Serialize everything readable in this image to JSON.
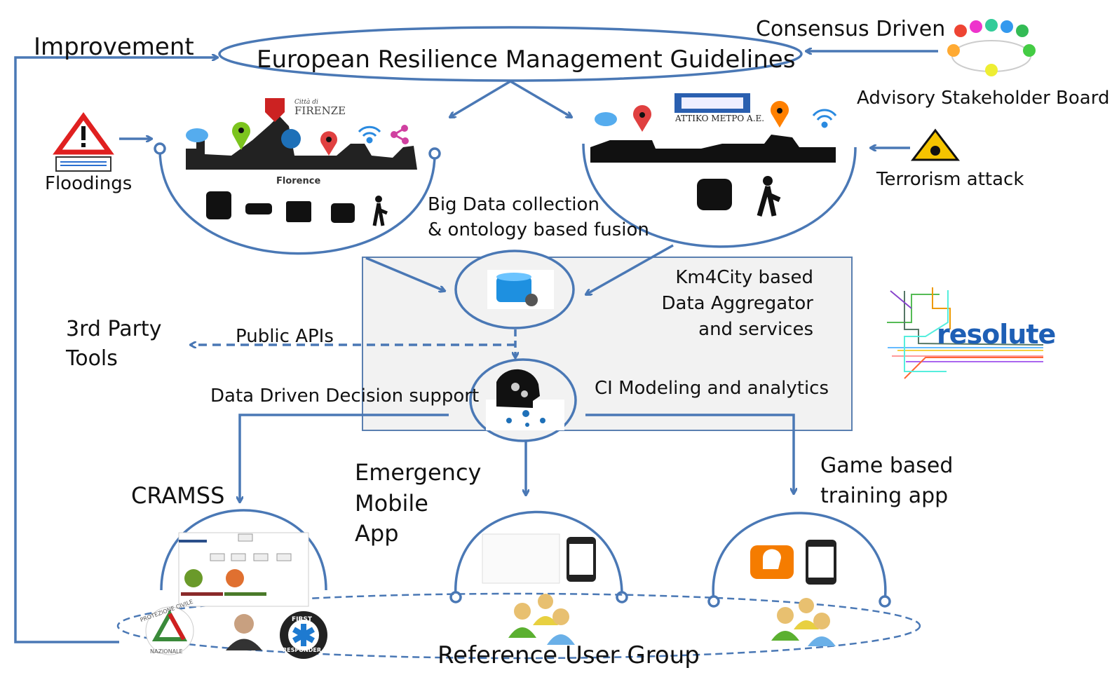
{
  "colors": {
    "line": "#4a78b5",
    "box_fill": "#f2f2f2",
    "box_border": "#5a7fb0",
    "text": "#111111",
    "resolute": "#1e5fb5"
  },
  "top": {
    "title": "European Resilience Management Guidelines",
    "improvement": "Improvement",
    "consensus": "Consensus Driven",
    "board": "Advisory Stakeholder Board"
  },
  "hazards": {
    "flood": "Floodings",
    "terror": "Terrorism attack"
  },
  "florence": {
    "logo_city": "Città di",
    "logo_name": "FIRENZE",
    "skyline_label": "Florence"
  },
  "athens": {
    "logo": "ATTIKO METPO A.E."
  },
  "bigdata": {
    "line1": "Big Data collection",
    "line2": "& ontology based fusion"
  },
  "aggregator": {
    "line1": "Km4City based",
    "line2": "Data Aggregator",
    "line3": "and services"
  },
  "apis": {
    "label": "Public APIs",
    "tools1": "3rd Party",
    "tools2": "Tools"
  },
  "decision": {
    "label": "Data Driven Decision support",
    "ci": "CI Modeling  and analytics"
  },
  "outputs": {
    "cramss": "CRAMSS",
    "emergency": [
      "Emergency",
      "Mobile",
      "App"
    ],
    "game": [
      "Game based",
      "training app"
    ]
  },
  "users": {
    "label": "Reference User Group",
    "pc_top": "PROTEZIONE CIVILE",
    "pc_bottom": "NAZIONALE",
    "fr_top": "FIRST",
    "fr_bottom": "RESPONDER"
  },
  "logo": {
    "resolute": "resolute"
  },
  "icons": [
    "twitter-icon",
    "map-pin-icon",
    "wifi-icon",
    "share-icon",
    "train-icon",
    "car-icon",
    "truck-icon",
    "bus-icon",
    "pedestrian-icon",
    "database-icon",
    "brain-gears-icon",
    "warning-icon",
    "person-icon",
    "phone-icon"
  ]
}
